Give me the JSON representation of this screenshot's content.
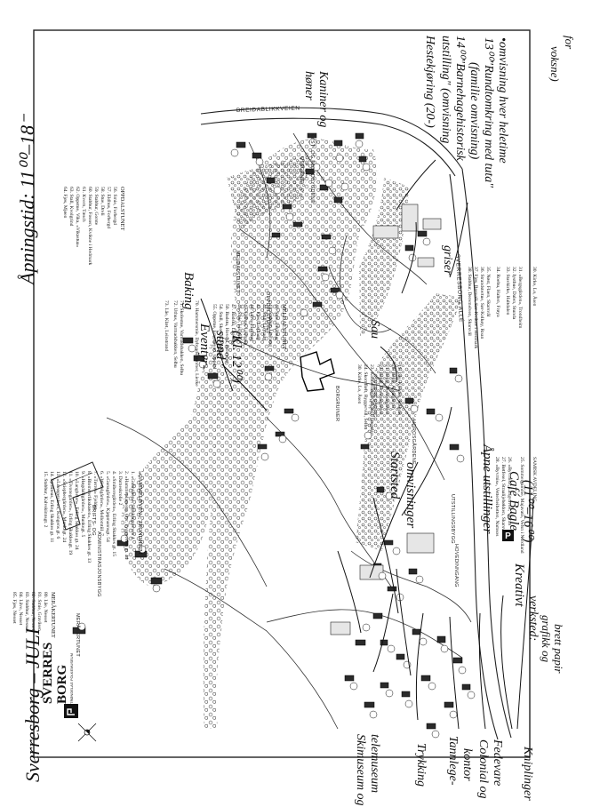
{
  "museum": {
    "name_line1": "SVERRES",
    "name_line2": "BORG",
    "subtitle": "TRØNDELAG FOLKEMUSEUM"
  },
  "map": {
    "roads": [
      "BREIDABLIKKVEIEN",
      "SVERRESBORG ALLÉ"
    ],
    "areas": [
      "UTSCENE",
      "KYST- OG FJORDBYGDENE",
      "MELDALSTUNET",
      "OPPDALSTUNET",
      "BORGRUINER",
      "SVERRESBORG",
      "HOROSGÅRDENE",
      "UTSTILLINGSBYGG",
      "DRIFTS- OG",
      "ADMINISTRASJONSBYGG",
      "MERÅKERTUNET",
      "HOVEDINNGANG"
    ]
  },
  "legend": {
    "oppdalstunet": {
      "title": "MELDALSTUNET",
      "items": [
        "40. Stue, Lisjhaug",
        "41. Stabbur, Lisjhaug",
        "42. Stall, Lisjhaug",
        "43. Fjøs, Lisjhaug",
        "44. Låve, Lisjhaug",
        "45. Eldhus, Lisjhaug",
        "46. Smie, Lisjhaug",
        "47. Badstu, Lisjhaug",
        "50. Badstu, Hovdal, Rennebu",
        "54. Stall, Skorem, Oppdal",
        "55. Oppstue, Engeløyod, Oppdal",
        ""
      ]
    },
    "oppdalstunet2": {
      "items": [
        "70. Hammersmie, Dybvadshammer, Lierke",
        "",
        "71. Skolestue, Varmadsbakken, Selbu",
        "72. Uthus, Varmadsbakken, Selbu",
        "73. Låe, Klæt, Leinstrand"
      ]
    },
    "meldalstunet": {
      "title": "OPPDALSTUNET",
      "items": [
        "56. Smie, Forbergd",
        "57. Eldhus, Forbergd",
        "58. Stue, Dreli",
        "59. Stabbur, Gorste",
        "60. Stabbur, Fossen, Kvikne i Hedmark",
        "61. Kvern, Tæsch",
        "62. Oppstue, Vika, «Vikastua»",
        "63. Stall, Kvolgrind",
        "64. Fjøs, Mjøen",
        "",
        "",
        ""
      ]
    },
    "gammelbyen": {
      "title": "«GAMMELBYEN», TRONDHEIM",
      "items": [
        "1. «Gulaviken», Skjoldagravven 4",
        "2. «Hammeplassen», Øvr. Tyggeveien gt. 44",
        "3. Dameskrolie 2",
        "4. «Smiberegården», Erling Skakkes gt. 15",
        "5. «Gunagården», Kjøpmannsgt. 54",
        "6. «Wedelgården», Mellomtiil. 7",
        "7. «Tørres» Fjeldgt.",
        "8. «Blomsterlikskiøen», Erling Skakkes gt. 13",
        "9. «Høgdahlgården», Munkegt. 5",
        "10. «Langhelen», Erling Skakkes gt. 24",
        "11. «Tivonegården», Erling Skakkesgt. 19",
        "12. «Sziepbergården», Munkegt. 24",
        "13. «Lovøgetolen», Kongens gt. 6",
        "14. Sprøiteus, Erling Skakkes gt. 11",
        "15. Stabbur, Kalvskinnsgt. 2"
      ]
    },
    "merakertunet": {
      "title": "MERÅKERTUNET",
      "items": [
        "80. Låe, Nesset",
        "81. Smie, Gravåsen",
        "82. Stabbur, Nesset",
        "83. Stabbur, Nesset",
        "84. Låve, Nesset",
        "85. Fjøs, Nesset"
      ]
    },
    "right": {
      "items": [
        "19. Låe, Kjelden, Singsås",
        "20. Belig, Aplulgården",
        "21. Belig, Trondsagården",
        "22. Belig, Trondsagården",
        "23. Kobberdøgerverksted, Singsås",
        "24. Skomfløft, Ryggervill, Selbu",
        "30. Kirke, Lo, Åsen"
      ]
    },
    "kyst": {
      "items": [
        "30. Kirke, Lo, Åsen",
        "31. «Bergsgården», Trondheim",
        "32. Iystbue, Dalen, Stunda",
        "33. Stavkirke, Haltdalen",
        "34. Roebu, Halten, Frøya",
        "35. Nøst, Flaen, Skarsvål",
        "36. Strandstertue, Sør-Kolkøy, Roan",
        "37. Fjøs, Rosvoll, Sør-Kvikne i Hedmark",
        "38. Stabbur, Deremelven, Skarsvål",
        ""
      ]
    },
    "kyst2": {
      "items": [
        "SAMISK AVDELING",
        "25. Sommergamme, Majavatn, Vefsn i Nordland",
        "26. «Byvrnis», Langvavtet, Verran",
        "27. Bøtfesel, Straalijebøkken, Skarsvål",
        "28. «Byvrnis», Vetterheibotten, Namsos",
        "",
        "",
        "",
        ""
      ]
    }
  },
  "notes": {
    "title_left": "Sverresborg – JULI",
    "title_top": "Åpningstid: 11⁰⁰–18⁻",
    "omvisning": "•omvisning hver heletime",
    "rundtomkring": "13⁰⁰\"Rundtomkring med tuta\"",
    "familie": "(familie omvisning)",
    "barnehage": "14⁰⁰\"Barnehagehistorisk",
    "utstilling": "utstilling\" (omvisning",
    "for": "for",
    "voksne": "voksne)",
    "kaniner": "Kaniner og",
    "hoener": "høner",
    "hestekjoring": "Hestekjøring (20-)",
    "baking": "Baking",
    "eventyr": "Eventyr-",
    "stund": "stund",
    "kl12": "(Kl. 12⁰⁰)",
    "sau": "Sau",
    "griser": "griser",
    "startsted": "Startsted",
    "omvisninger": "omvisninger",
    "apne": "Åpne utstillinger",
    "cafe": "Café Bagle",
    "cafe_tider": "(11⁰⁰–16⁰⁰)",
    "kreativt": "Kreativt",
    "verksted": "verksted:",
    "grafikk": "grafikk og",
    "brett": "brett papir",
    "skimuseum": "Skimuseum og",
    "telemuseum": "telemuseum",
    "trykking": "Trykking",
    "tannlege": "Tannlege-",
    "kontor": "kontor",
    "colonial": "Colonial og",
    "fedevare": "Fedevare",
    "kniplinger": "Kniplinger"
  }
}
